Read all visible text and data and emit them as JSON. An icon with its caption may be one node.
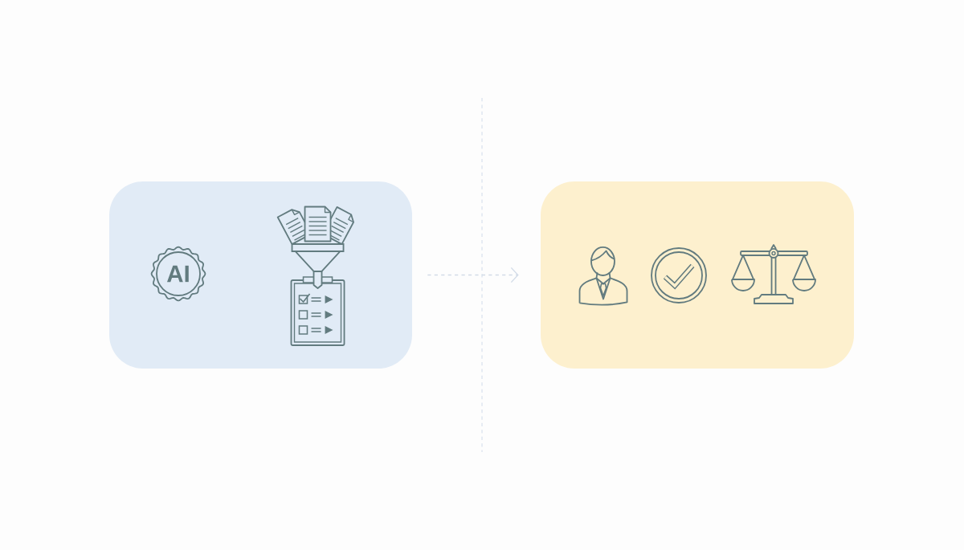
{
  "diagram": {
    "nodes": [
      {
        "text": [],
        "shape": "box"
      },
      {
        "text": [
          "AI"
        ],
        "in": 0
      },
      {
        "text": [],
        "shape": "picture",
        "in": 0
      },
      {
        "text": [],
        "shape": "box"
      },
      {
        "text": [],
        "shape": "picture",
        "in": 3
      },
      {
        "text": [],
        "shape": "picture",
        "in": 3
      },
      {
        "text": [],
        "shape": "picture",
        "in": 3
      }
    ],
    "edges": [
      {
        "from": 0,
        "to": 3,
        "arrow": "to",
        "style": "dashed"
      }
    ]
  }
}
